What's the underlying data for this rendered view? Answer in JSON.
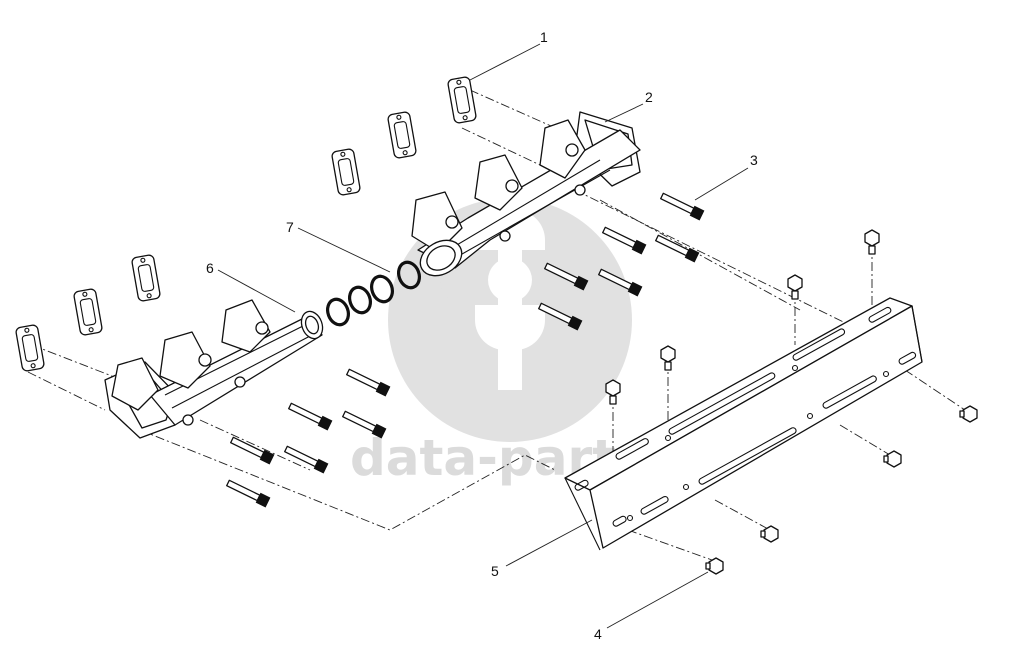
{
  "diagram": {
    "watermark_text": "data-parts",
    "callouts": [
      {
        "id": "1",
        "label": "1"
      },
      {
        "id": "2",
        "label": "2"
      },
      {
        "id": "3",
        "label": "3"
      },
      {
        "id": "4",
        "label": "4"
      },
      {
        "id": "5",
        "label": "5"
      },
      {
        "id": "6",
        "label": "6"
      },
      {
        "id": "7",
        "label": "7"
      }
    ]
  }
}
